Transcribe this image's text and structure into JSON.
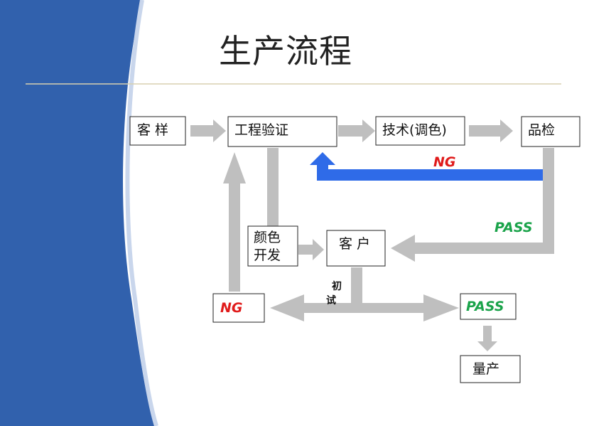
{
  "slide": {
    "title": "生产流程"
  },
  "diagram": {
    "nodes": {
      "sample": "客 样",
      "engineering_validation": "工程验证",
      "technology_color_matching": "技术(调色)",
      "quality_inspection": "品检",
      "color_development_line1": "颜色",
      "color_development_line2": "开发",
      "customer": "客 户",
      "ng_result": "NG",
      "pass_result": "PASS",
      "mass_production": "量产"
    },
    "labels": {
      "ng_feedback": "NG",
      "pass_to_customer": "PASS",
      "trial_char1": "初",
      "trial_char2": "试"
    }
  },
  "colors": {
    "sidebar_blue": "#3161ad",
    "arrow_gray": "#bfbfbf",
    "feedback_blue": "#2f6be8",
    "ng_red": "#e01b1b",
    "pass_green": "#1aa34a"
  }
}
